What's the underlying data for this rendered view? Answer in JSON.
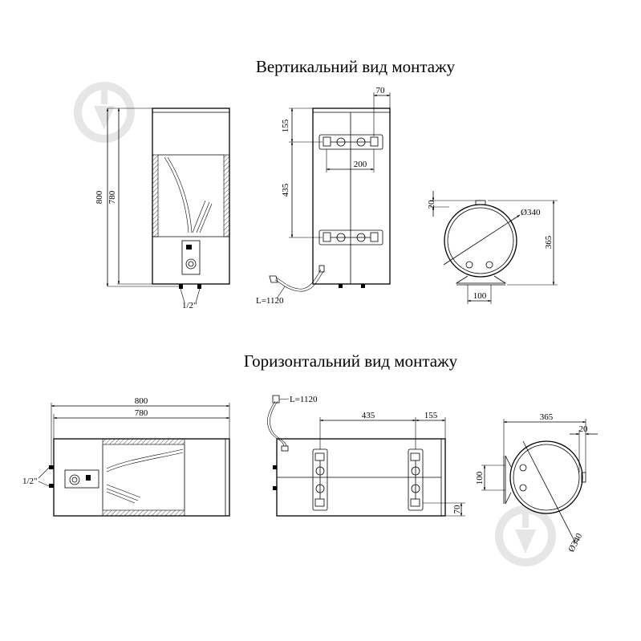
{
  "titles": {
    "vertical": "Вертикальний вид монтажу",
    "horizontal": "Горизонтальний вид монтажу"
  },
  "dims": {
    "v_total_height": "800",
    "v_tank_height": "780",
    "v_pipe_thread": "1/2\"",
    "v_bracket_offset_top": "155",
    "v_bracket_spacing": "435",
    "v_bracket_width": "200",
    "v_bracket_edge": "70",
    "v_cable": "L=1120",
    "v_diameter": "Ø340",
    "v_depth": "365",
    "v_top_offset": "20",
    "v_foot_width": "100",
    "h_total_length": "800",
    "h_tank_length": "780",
    "h_pipe_thread": "1/2\"",
    "h_cable": "L=1120",
    "h_bracket_spacing": "435",
    "h_bracket_offset": "155",
    "h_bracket_edge": "70",
    "h_depth": "365",
    "h_side_offset": "20",
    "h_foot_height": "100",
    "h_diameter": "Ø340"
  },
  "colors": {
    "line": "#000000",
    "watermark": "#e6e6e6",
    "background": "#ffffff"
  },
  "icons": {
    "watermark": "location-pin-check-icon"
  }
}
